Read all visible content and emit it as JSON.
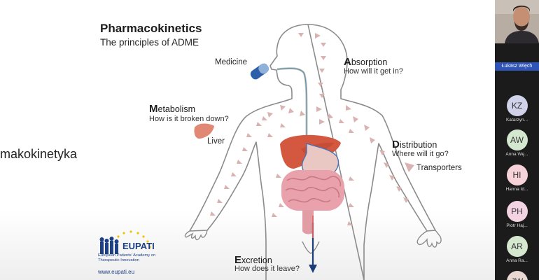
{
  "slide": {
    "title": "Pharmacokinetics",
    "subtitle": "The principles of ADME",
    "left_caption": "makokinetyka",
    "left_caption_2": ")",
    "labels": {
      "medicine": "Medicine",
      "absorption_first": "A",
      "absorption_rest": "bsorption",
      "absorption_q": "How will it get in?",
      "metabolism_first": "M",
      "metabolism_rest": "etabolism",
      "metabolism_q": "How is it broken down?",
      "liver": "Liver",
      "distribution_first": "D",
      "distribution_rest": "istribution",
      "distribution_q": "Where will it go?",
      "transporters": "Transporters",
      "excretion_first": "E",
      "excretion_rest": "xcretion",
      "excretion_q": "How does it leave?"
    },
    "logo": {
      "name": "EUPATI",
      "subtitle": "European Patients' Academy on Therapeutic Innovation",
      "url": "www.eupati.eu"
    }
  },
  "panel": {
    "speaker": "Łukasz Więch",
    "participants": [
      {
        "initials": "KZ",
        "name": "Katarzyn...",
        "color": "#cfd2e8"
      },
      {
        "initials": "AW",
        "name": "Anna Wę...",
        "color": "#d4e8d0"
      },
      {
        "initials": "HI",
        "name": "Hanna Id...",
        "color": "#f6d3d8"
      },
      {
        "initials": "PH",
        "name": "Piotr Haj...",
        "color": "#f4d3e2"
      },
      {
        "initials": "AR",
        "name": "Anna Ra...",
        "color": "#d6e7d0"
      },
      {
        "initials": "JW",
        "name": "",
        "color": "#e9d7d1"
      }
    ]
  },
  "colors": {
    "body_outline": "#8b8b8b",
    "arrow": "#d9b3b1",
    "liver": "#d4583f",
    "intestine": "#e9a2ab",
    "pill_dark": "#2d5ea9",
    "pill_light": "#8fb0d9",
    "drug_path": "#c9c7ae",
    "brand": "#1d3f84"
  }
}
